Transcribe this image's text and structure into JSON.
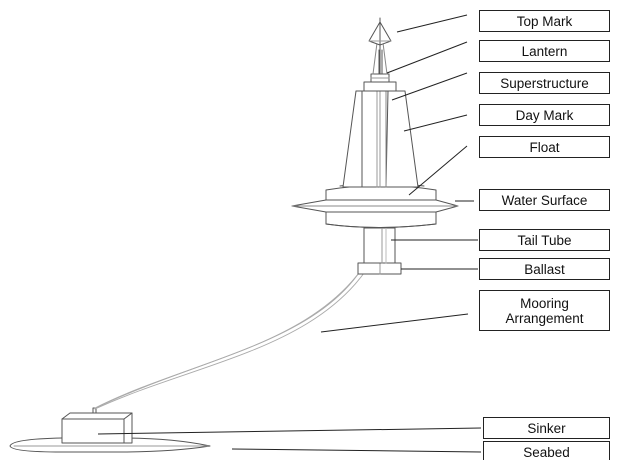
{
  "labels": {
    "top_mark": "Top Mark",
    "lantern": "Lantern",
    "superstructure": "Superstructure",
    "day_mark": "Day Mark",
    "float": "Float",
    "water_surface": "Water Surface",
    "tail_tube": "Tail Tube",
    "ballast": "Ballast",
    "mooring_arrangement": "Mooring\nArrangement",
    "sinker": "Sinker",
    "seabed": "Seabed"
  },
  "colors": {
    "outline": "#555555",
    "leader": "#222222",
    "box_border": "#222222",
    "text": "#111111",
    "background": "#ffffff"
  }
}
